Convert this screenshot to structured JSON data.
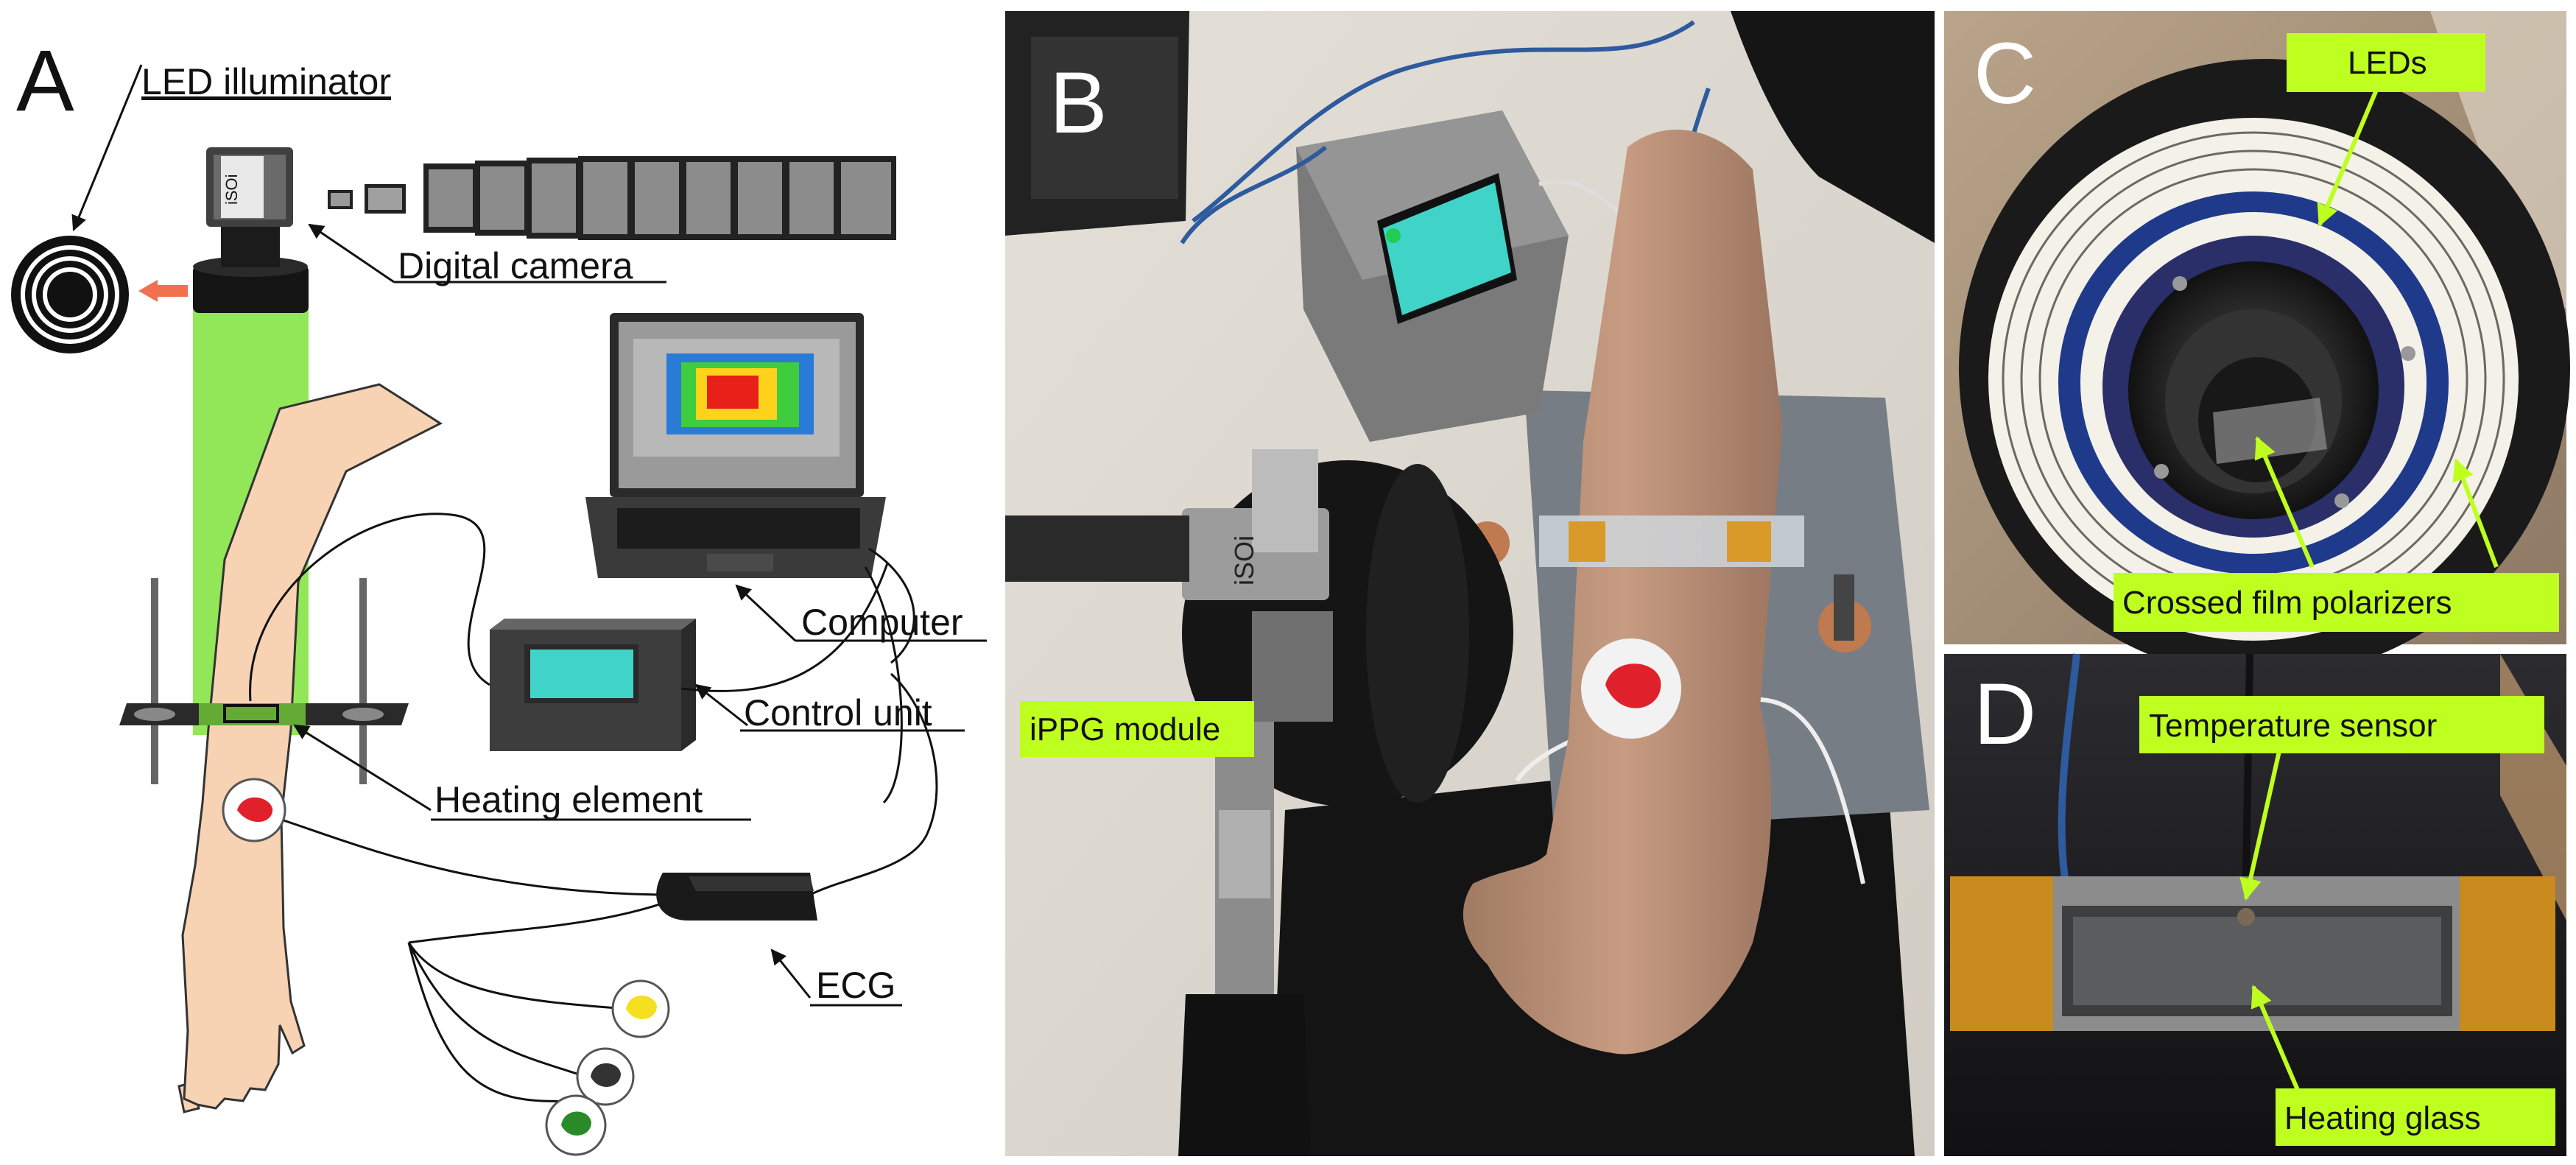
{
  "figure": {
    "panels": {
      "a": {
        "letter": "A",
        "labels": {
          "led_illuminator": "LED illuminator",
          "digital_camera": "Digital camera",
          "computer": "Computer",
          "control_unit": "Control unit",
          "heating_element": "Heating element",
          "ecg": "ECG"
        },
        "camera_text": "iSOi"
      },
      "b": {
        "letter": "B",
        "labels": {
          "ippg_module": "iPPG module"
        },
        "camera_text": "iSOi"
      },
      "c": {
        "letter": "C",
        "labels": {
          "leds": "LEDs",
          "crossed_polarizers": "Crossed film polarizers"
        }
      },
      "d": {
        "letter": "D",
        "labels": {
          "temperature_sensor": "Temperature sensor",
          "heating_glass": "Heating glass"
        }
      }
    },
    "colors": {
      "label_tag": "#bfff1f",
      "light_beam": "#7ee33a",
      "arrow_orange": "#f07050",
      "electrode_red": "#e0202a",
      "electrode_yellow": "#f5e020",
      "electrode_green": "#2a8a2a",
      "skin": "#f7d3b4",
      "lcd": "#40d4c8"
    }
  }
}
